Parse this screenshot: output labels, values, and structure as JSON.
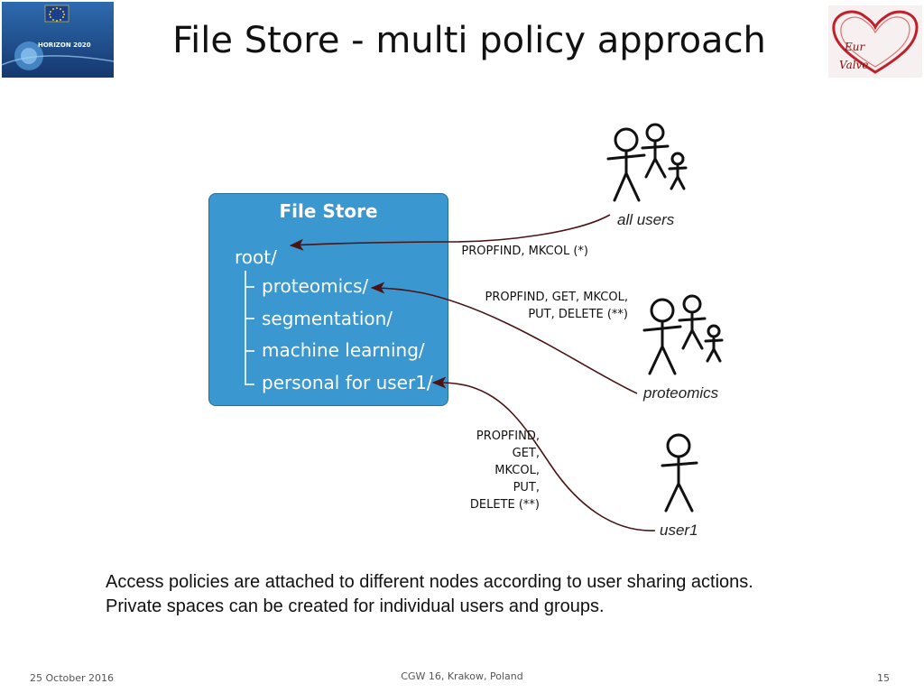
{
  "slide": {
    "title": "File Store - multi policy approach",
    "logo_left_text": "HORIZON 2020",
    "logo_right_text": [
      "Eur",
      "Valve"
    ]
  },
  "file_store": {
    "title": "File Store",
    "root": "root/",
    "children": [
      "proteomics/",
      "segmentation/",
      "machine learning/",
      "personal for user1/"
    ]
  },
  "groups": [
    {
      "label": "all users",
      "figures": 3,
      "permissions": [
        "PROPFIND, MKCOL (*)"
      ]
    },
    {
      "label": "proteomics",
      "figures": 3,
      "permissions": [
        "PROPFIND, GET, MKCOL,",
        "PUT, DELETE (**)"
      ]
    },
    {
      "label": "user1",
      "figures": 1,
      "permissions": [
        "PROPFIND,",
        "GET,",
        "MKCOL,",
        "PUT,",
        "DELETE (**)"
      ]
    }
  ],
  "description": [
    "Access policies are attached to different nodes according to user sharing actions.",
    "Private spaces can be created for individual users and groups."
  ],
  "footer": {
    "date": "25 October 2016",
    "event": "CGW 16, Krakow, Poland",
    "page": "15"
  },
  "colors": {
    "file_store_fill": "#3a97d0",
    "arrow": "#4a1414",
    "logo_left_bg": "#1d4b8c",
    "logo_right_heart": "#c0202a"
  }
}
